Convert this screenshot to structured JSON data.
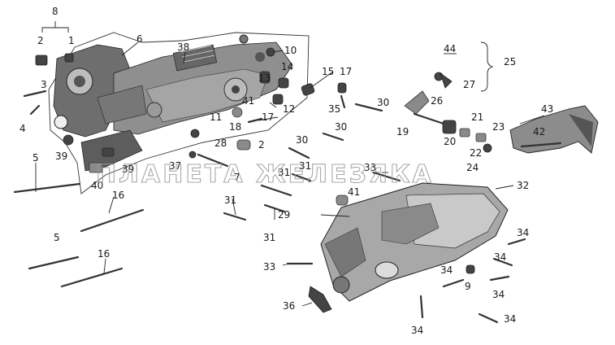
{
  "watermark": "ПЛАНЕТА ЖЕЛЕЗЯКА",
  "callouts": {
    "c8": "8",
    "c2a": "2",
    "c1": "1",
    "c6": "6",
    "c38": "38",
    "c10": "10",
    "c3": "3",
    "c4": "4",
    "c39": "39",
    "c5a": "5",
    "c40": "40",
    "c16a": "16",
    "c5b": "5",
    "c16b": "16",
    "c13": "13",
    "c14": "14",
    "c41a": "41",
    "c11": "11",
    "c12": "12",
    "c18": "18",
    "c17a": "17",
    "c28": "28",
    "c2b": "2",
    "c37": "37",
    "c7": "7",
    "c39b": "39",
    "c15": "15",
    "c17b": "17",
    "c35": "35",
    "c30a": "30",
    "c30b": "30",
    "c30c": "30",
    "c31a": "31",
    "c31b": "31",
    "c31c": "31",
    "c31d": "31",
    "c33a": "33",
    "c41b": "41",
    "c29": "29",
    "c33b": "33",
    "c36": "36",
    "c44": "44",
    "c25": "25",
    "c27": "27",
    "c26": "26",
    "c19": "19",
    "c21": "21",
    "c20": "20",
    "c22": "22",
    "c23": "23",
    "c24": "24",
    "c43": "43",
    "c42": "42",
    "c32": "32",
    "c34a": "34",
    "c34b": "34",
    "c34c": "34",
    "c34d": "34",
    "c34e": "34",
    "c34f": "34",
    "c9": "9"
  }
}
